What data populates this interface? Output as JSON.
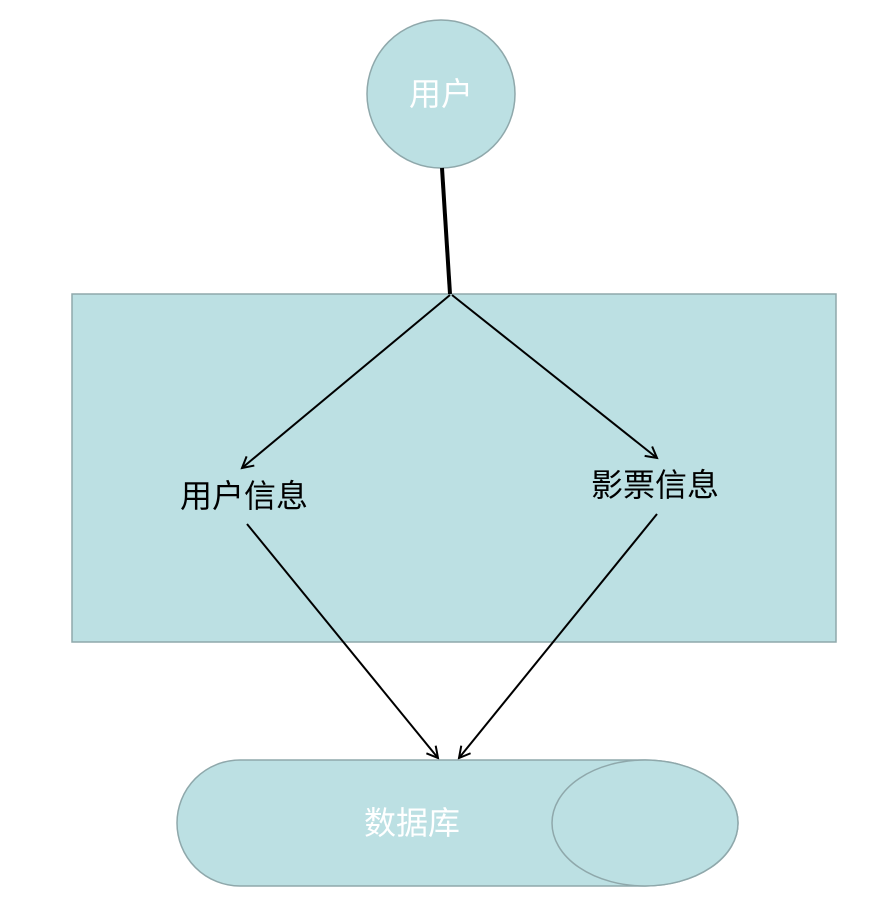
{
  "diagram": {
    "user_node": {
      "label": "用户"
    },
    "module": {
      "user_info": {
        "label": "用户信息"
      },
      "ticket_info": {
        "label": "影票信息"
      }
    },
    "database_node": {
      "label": "数据库"
    },
    "colors": {
      "fill": "#bce0e3",
      "stroke": "#8fa8ab",
      "edge": "#000000",
      "white_text": "#ffffff",
      "dark_text": "#000000"
    }
  }
}
